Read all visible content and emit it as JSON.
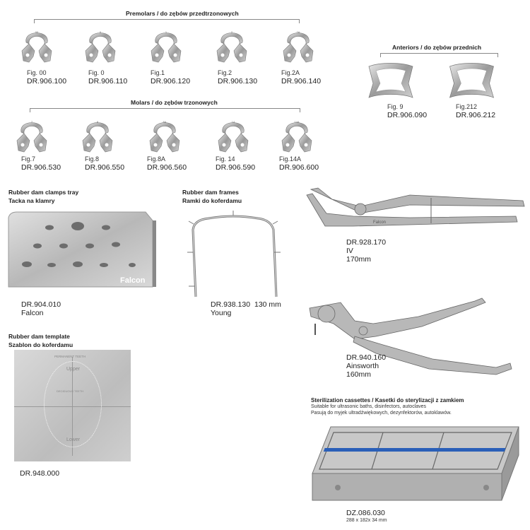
{
  "premolars": {
    "title": "Premolars / do zębów przedtrzonowych",
    "items": [
      {
        "fig": "Fig. 00",
        "code": "DR.906.100",
        "mark": "00"
      },
      {
        "fig": "Fig. 0",
        "code": "DR.906.110",
        "mark": "0"
      },
      {
        "fig": "Fig.1",
        "code": "DR.906.120",
        "mark": "1"
      },
      {
        "fig": "Fig.2",
        "code": "DR.906.130",
        "mark": "2"
      },
      {
        "fig": "Fig.2A",
        "code": "DR.906.140",
        "mark": "2A"
      }
    ]
  },
  "anteriors": {
    "title": "Anteriors / do zębów przednich",
    "items": [
      {
        "fig": "Fig. 9",
        "code": "DR.906.090"
      },
      {
        "fig": "Fig.212",
        "code": "DR.906.212"
      }
    ]
  },
  "molars": {
    "title": "Molars / do zębów trzonowych",
    "items": [
      {
        "fig": "Fig.7",
        "code": "DR.906.530",
        "mark": "7"
      },
      {
        "fig": "Fig.8",
        "code": "DR.906.550",
        "mark": "8"
      },
      {
        "fig": "Fig.8A",
        "code": "DR.906.560",
        "mark": "8A"
      },
      {
        "fig": "Fig. 14",
        "code": "DR.906.590",
        "mark": "14"
      },
      {
        "fig": "Fig.14A",
        "code": "DR.906.600",
        "mark": "14A"
      }
    ]
  },
  "tray": {
    "title_en": "Rubber dam clamps tray",
    "title_pl": "Tacka na klamry",
    "code": "DR.904.010",
    "brand": "Falcon",
    "logo": "Falcon"
  },
  "frames": {
    "title_en": "Rubber dam frames",
    "title_pl": "Ramki do koferdamu",
    "code": "DR.938.130",
    "size": "130 mm",
    "name": "Young"
  },
  "forceps": {
    "code": "DR.928.170",
    "name": "IV",
    "size": "170mm",
    "logo": "Falcon"
  },
  "punch": {
    "code": "DR.940.160",
    "name": "Ainsworth",
    "size": "160mm"
  },
  "template": {
    "title_en": "Rubber dam template",
    "title_pl": "Szablon do koferdamu",
    "code": "DR.948.000",
    "label_top": "PERMANENT TEETH",
    "label_upper": "Upper",
    "label_mid": "DECIDUOUS TEETH",
    "label_lower": "Lower"
  },
  "cassette": {
    "title": "Sterilization cassettes / Kasetki do sterylizacji z zamkiem",
    "line1": "Suitable for ultrasonic baths, disinfectors, autoclaves",
    "line2": "Pasują do myjek ultradźwiękowych, dezynfektorów, autoklawów.",
    "code": "DZ.086.030",
    "size": "288 x 182x 34 mm",
    "accent": "#2a5fb8"
  }
}
